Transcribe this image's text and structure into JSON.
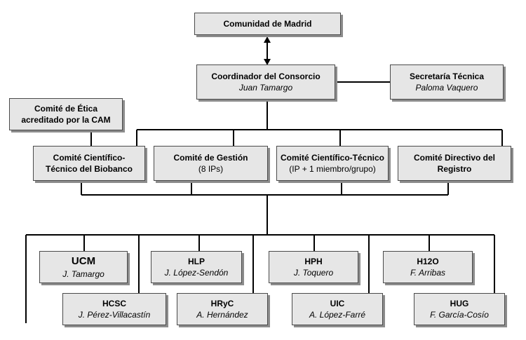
{
  "nodes": {
    "madrid": {
      "title": "Comunidad de Madrid"
    },
    "coordinador": {
      "title": "Coordinador del Consorcio",
      "name": "Juan Tamargo"
    },
    "secretaria": {
      "title": "Secretaría Técnica",
      "name": "Paloma Vaquero"
    },
    "etica": {
      "line1": "Comité de Ética",
      "line2": "acreditado por la CAM"
    },
    "cientifico_biobanco": {
      "line1": "Comité Científico-",
      "line2": "Técnico del Biobanco"
    },
    "gestion": {
      "title": "Comité de Gestión",
      "note": "(8 IPs)"
    },
    "cientifico_tecnico": {
      "title": "Comité Científico-Técnico",
      "note": "(IP + 1 miembro/grupo)"
    },
    "directivo": {
      "line1": "Comité Directivo del",
      "line2": "Registro"
    },
    "ucm": {
      "title": "UCM",
      "name": "J. Tamargo"
    },
    "hlp": {
      "title": "HLP",
      "name": "J. López-Sendón"
    },
    "hph": {
      "title": "HPH",
      "name": "J. Toquero"
    },
    "h12o": {
      "title": "H12O",
      "name": "F. Arribas"
    },
    "hcsc": {
      "title": "HCSC",
      "name": "J. Pérez-Villacastín"
    },
    "hryc": {
      "title": "HRyC",
      "name": "A. Hernández"
    },
    "uic": {
      "title": "UIC",
      "name": "A. López-Farré"
    },
    "hug": {
      "title": "HUG",
      "name": "F. García-Cosío"
    }
  }
}
